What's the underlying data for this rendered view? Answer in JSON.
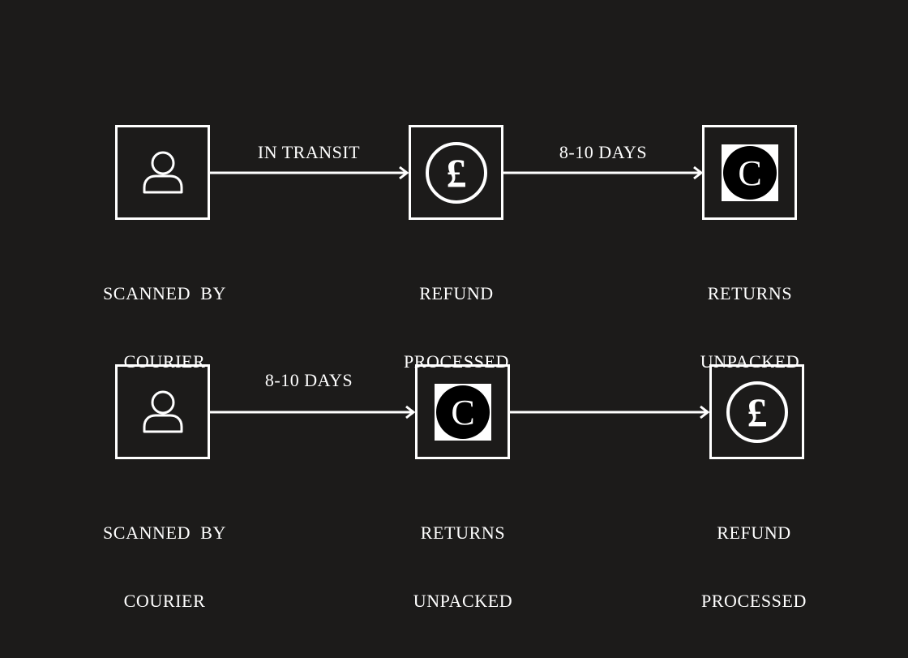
{
  "colors": {
    "background": "#1c1b1a",
    "foreground": "#ffffff"
  },
  "flows": [
    {
      "steps": [
        {
          "icon": "person-icon",
          "label_line1": "SCANNED  BY",
          "label_line2": "COURIER"
        },
        {
          "icon": "pound-coin-icon",
          "label_line1": "REFUND",
          "label_line2": "PROCESSED"
        },
        {
          "icon": "c-circle-icon",
          "label_line1": "RETURNS",
          "label_line2": "UNPACKED"
        }
      ],
      "connectors": [
        {
          "label": "IN TRANSIT"
        },
        {
          "label": "8-10 DAYS"
        }
      ]
    },
    {
      "steps": [
        {
          "icon": "person-icon",
          "label_line1": "SCANNED  BY",
          "label_line2": "COURIER"
        },
        {
          "icon": "c-circle-icon",
          "label_line1": "RETURNS",
          "label_line2": "UNPACKED"
        },
        {
          "icon": "pound-coin-icon",
          "label_line1": "REFUND",
          "label_line2": "PROCESSED"
        }
      ],
      "connectors": [
        {
          "label": "8-10 DAYS"
        },
        {
          "label": ""
        }
      ]
    }
  ]
}
